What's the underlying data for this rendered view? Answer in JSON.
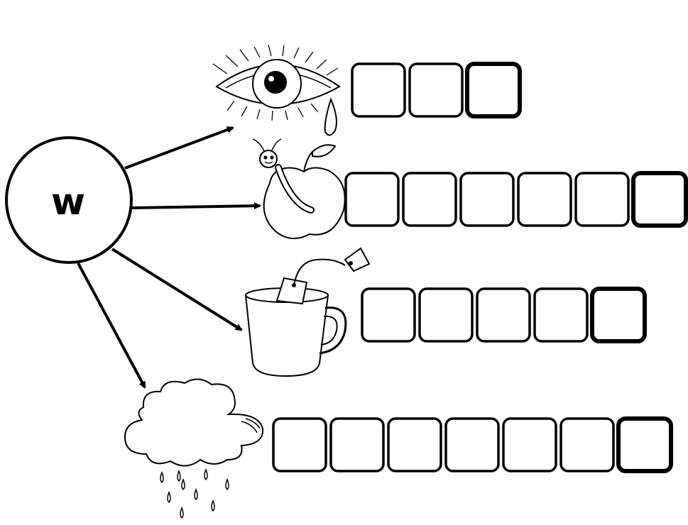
{
  "hub": {
    "letter": "w"
  },
  "rows": [
    {
      "picture": "eye-with-tear-icon",
      "boxes": 3
    },
    {
      "picture": "apple-with-worm-icon",
      "boxes": 6
    },
    {
      "picture": "tea-cup-with-teabag-icon",
      "boxes": 5
    },
    {
      "picture": "rain-cloud-icon",
      "boxes": 7
    }
  ],
  "colors": {
    "stroke": "#000000",
    "background": "#ffffff"
  }
}
